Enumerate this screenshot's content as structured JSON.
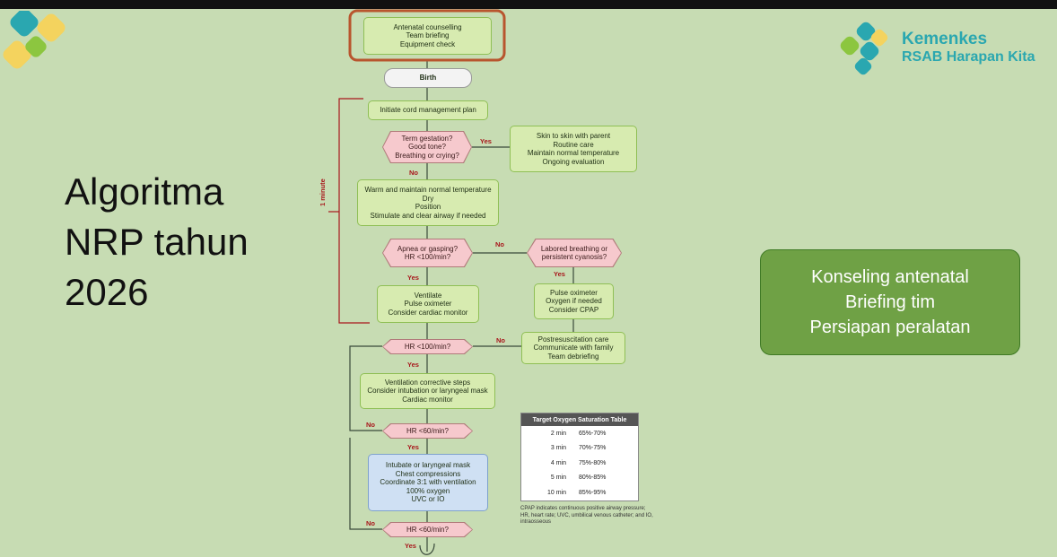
{
  "slide": {
    "title_lines": [
      "Algoritma",
      "NRP tahun",
      "2026"
    ],
    "callout_lines": [
      "Konseling antenatal",
      "Briefing tim",
      "Persiapan peralatan"
    ],
    "brand": {
      "name": "Kemenkes",
      "sub": "RSAB Harapan Kita",
      "colors": [
        "#2aa7b0",
        "#8cc63f",
        "#f4d35e"
      ]
    }
  },
  "flow": {
    "antenatal": [
      "Antenatal counselling",
      "Team briefing",
      "Equipment check"
    ],
    "birth": "Birth",
    "cord": "Initiate cord management plan",
    "term_q": [
      "Term gestation?",
      "Good tone?",
      "Breathing or crying?"
    ],
    "skin": [
      "Skin to skin with parent",
      "Routine care",
      "Maintain normal temperature",
      "Ongoing evaluation"
    ],
    "warm": [
      "Warm and maintain normal temperature",
      "Dry",
      "Position",
      "Stimulate and clear airway if needed"
    ],
    "one_minute": "1 minute",
    "apnea_q": [
      "Apnea or gasping?",
      "HR <100/min?"
    ],
    "labored_q": [
      "Labored breathing or",
      "persistent cyanosis?"
    ],
    "ventilate": [
      "Ventilate",
      "Pulse oximeter",
      "Consider cardiac monitor"
    ],
    "pulseox": [
      "Pulse oximeter",
      "Oxygen if needed",
      "Consider CPAP"
    ],
    "hr100_q": "HR <100/min?",
    "postresus": [
      "Postresuscitation care",
      "Communicate with family",
      "Team debriefing"
    ],
    "corrective": [
      "Ventilation corrective steps",
      "Consider intubation or laryngeal mask",
      "Cardiac monitor"
    ],
    "hr60_q": "HR <60/min?",
    "intubate": [
      "Intubate or laryngeal mask",
      "Chest compressions",
      "Coordinate 3:1 with ventilation",
      "100% oxygen",
      "UVC or IO"
    ],
    "hr60_q2": "HR <60/min?",
    "labels": {
      "yes": "Yes",
      "no": "No"
    }
  },
  "o2_table": {
    "header": "Target Oxygen Saturation Table",
    "rows": [
      {
        "time": "2 min",
        "range": "65%-70%"
      },
      {
        "time": "3 min",
        "range": "70%-75%"
      },
      {
        "time": "4 min",
        "range": "75%-80%"
      },
      {
        "time": "5 min",
        "range": "80%-85%"
      },
      {
        "time": "10 min",
        "range": "85%-95%"
      }
    ],
    "footnote": "CPAP indicates continuous positive airway pressure; HR, heart rate; UVC, umbilical venous catheter; and IO, intraosseous"
  },
  "colors": {
    "background": "#c7dcb3",
    "callout": "#6fa145",
    "highlight": "#b8552e",
    "yes_no": "#a8161b"
  }
}
